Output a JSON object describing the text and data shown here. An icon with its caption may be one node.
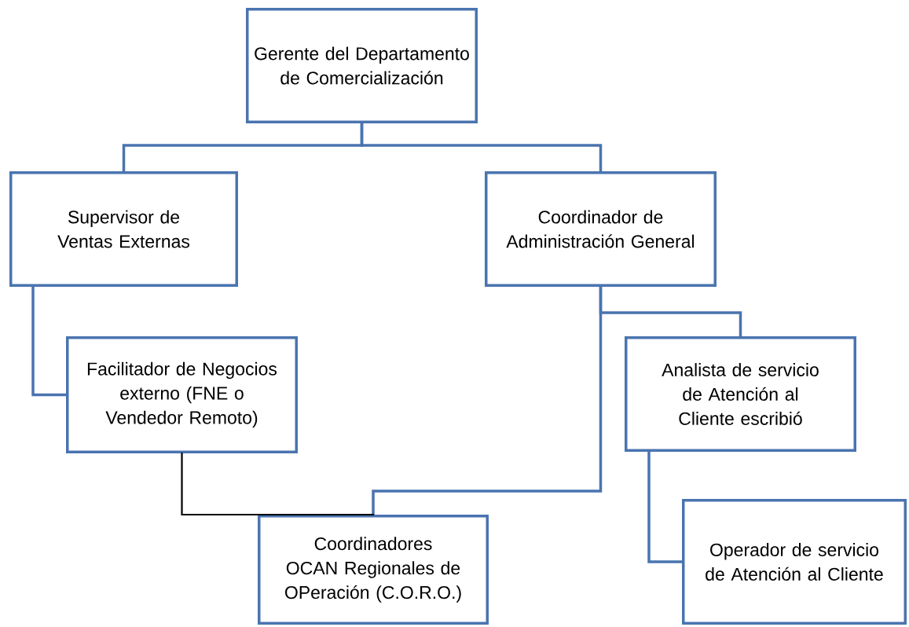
{
  "diagram": {
    "nodes": [
      {
        "text": [
          "Gerente del Departamento de Comercialización"
        ]
      },
      {
        "text": [
          "Supervisor de Ventas Externas"
        ]
      },
      {
        "text": [
          "Coordinador de Administración General"
        ]
      },
      {
        "text": [
          "Facilitador de Negocios externo (FNE o Vendedor Remoto)"
        ]
      },
      {
        "text": [
          "Analista de servicio de Atención al Cliente escribió"
        ]
      },
      {
        "text": [
          "Coordinadores OCAN Regionales de OPeración (C.O.R.O.)"
        ]
      },
      {
        "text": [
          "Operador de servicio de Atención al Cliente"
        ]
      }
    ],
    "edges": [
      {
        "from": 0,
        "to": 1,
        "arrow": "none"
      },
      {
        "from": 0,
        "to": 2,
        "arrow": "none"
      },
      {
        "from": 1,
        "to": 3,
        "arrow": "none"
      },
      {
        "from": 2,
        "to": 4,
        "arrow": "none"
      },
      {
        "from": 2,
        "to": 5,
        "arrow": "none"
      },
      {
        "from": 3,
        "to": 5,
        "arrow": "none",
        "color": "#000000"
      },
      {
        "from": 4,
        "to": 6,
        "arrow": "none"
      }
    ]
  }
}
